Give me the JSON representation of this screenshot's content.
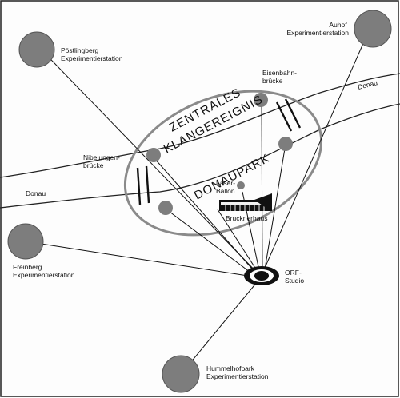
{
  "map": {
    "stations": {
      "poestlingberg": [
        "Pöstlingberg",
        "Experimentierstation"
      ],
      "auhof": [
        "Auhof",
        "Experimentierstation"
      ],
      "freinberg": [
        "Freinberg",
        "Experimentierstation"
      ],
      "hummelhofpark": [
        "Hummelhofpark",
        "Experimentierstation"
      ]
    },
    "bridges": {
      "nibelungen": [
        "Nibelungen-",
        "brücke"
      ],
      "eisenbahn": [
        "Eisenbahn-",
        "brücke"
      ]
    },
    "river_left": "Donau",
    "river_right": "Donau",
    "event_title": [
      "ZENTRALES",
      "KLANGEREIGNIS"
    ],
    "park_name": "DONAUPARK",
    "laser_balloon": [
      "Laser-",
      "Ballon"
    ],
    "concert_hall": "Brucknerhaus",
    "studio": [
      "ORF-",
      "Studio"
    ],
    "colors": {
      "station_fill": "#7d7d7d",
      "ellipse_stroke": "#8a8a8a",
      "line": "#111111"
    }
  }
}
